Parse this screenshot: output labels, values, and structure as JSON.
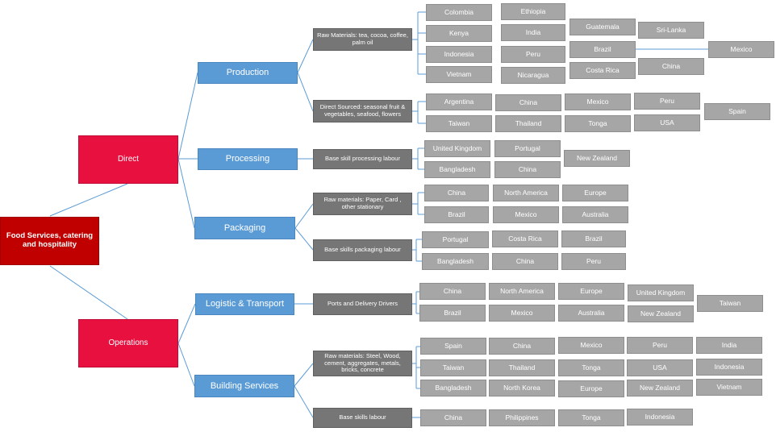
{
  "root": "Food Services, catering and hospitality",
  "branches": {
    "direct": "Direct",
    "operations": "Operations"
  },
  "categories": {
    "production": "Production",
    "processing": "Processing",
    "packaging": "Packaging",
    "logistic": "Logistic & Transport",
    "building": "Building Services"
  },
  "subcategories": {
    "raw_materials_production": "Raw Materials: tea, cocoa, coffee, palm oil",
    "direct_sourced": "Direct Sourced: seasonal fruit & vegetables, seafood, flowers",
    "processing_labour": "Base skill processing labour",
    "raw_materials_packaging": "Raw materials: Paper, Card , other stationary",
    "packaging_labour": "Base skills packaging labour",
    "ports_drivers": "Ports and Delivery Drivers",
    "raw_materials_building": "Raw materials: Steel, Wood, cement, aggregates, metals, bricks, concrete",
    "building_labour": "Base skills labour"
  },
  "countries": {
    "raw_materials_production": [
      "Colombia",
      "Ethiopia",
      "Kenya",
      "India",
      "Guatemala",
      "Sri-Lanka",
      "Indonesia",
      "Peru",
      "Brazil",
      "Mexico",
      "Vietnam",
      "Nicaragua",
      "Costa Rica",
      "China"
    ],
    "direct_sourced": [
      "Argentina",
      "China",
      "Mexico",
      "Peru",
      "Spain",
      "Taiwan",
      "Thailand",
      "Tonga",
      "USA"
    ],
    "processing_labour": [
      "United Kingdom",
      "Portugal",
      "New Zealand",
      "Bangladesh",
      "China"
    ],
    "raw_materials_packaging": [
      "China",
      "North America",
      "Europe",
      "Brazil",
      "Mexico",
      "Australia"
    ],
    "packaging_labour": [
      "Portugal",
      "Costa Rica",
      "Brazil",
      "Bangladesh",
      "China",
      "Peru"
    ],
    "ports_drivers": [
      "China",
      "North America",
      "Europe",
      "United Kingdom",
      "Taiwan",
      "Brazil",
      "Mexico",
      "Australia",
      "New Zealand"
    ],
    "raw_materials_building": [
      "Spain",
      "China",
      "Mexico",
      "Peru",
      "India",
      "Taiwan",
      "Thailand",
      "Tonga",
      "USA",
      "Indonesia",
      "Bangladesh",
      "North Korea",
      "Europe",
      "New Zealand",
      "Vietnam"
    ],
    "building_labour": [
      "China",
      "Philippines",
      "Tonga",
      "Indonesia"
    ]
  },
  "colors": {
    "root": "#c00000",
    "branch": "#e8103f",
    "category": "#5b9bd5",
    "subcategory": "#767676",
    "country": "#a6a6a6",
    "connector_blue": "#5b9bd5",
    "connector_gray": "#9a9a9a"
  }
}
